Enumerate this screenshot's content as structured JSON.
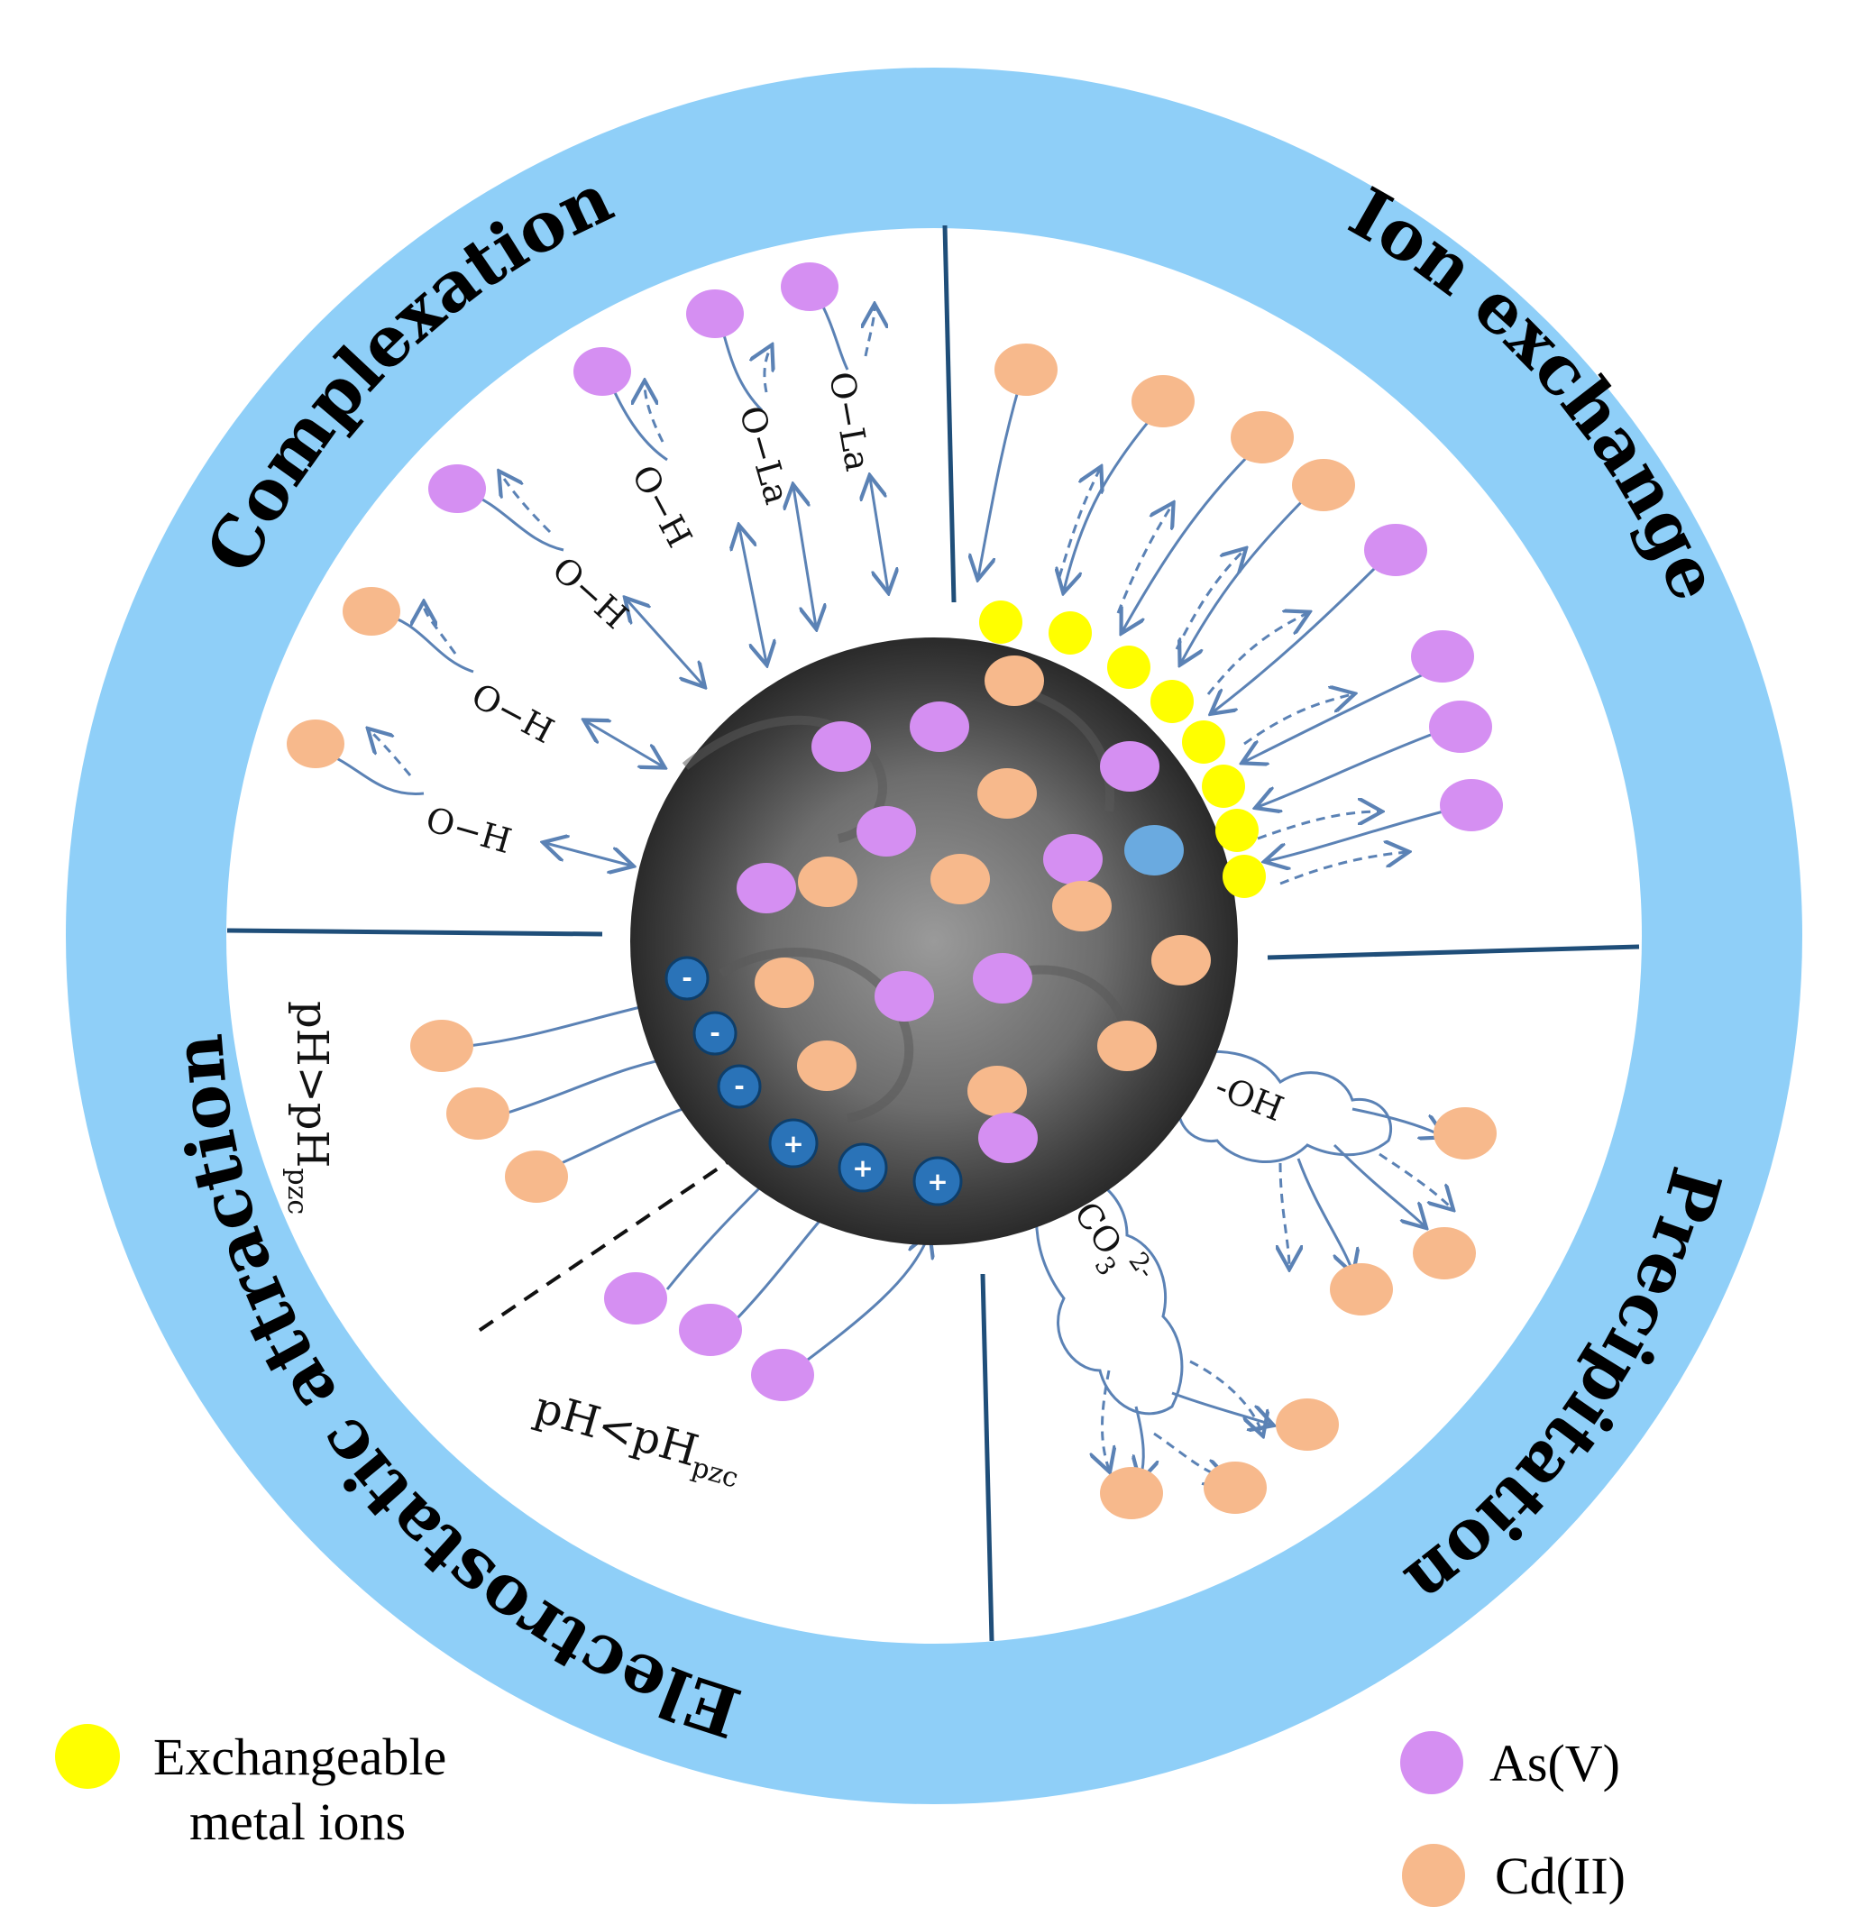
{
  "titles": {
    "complexation": "Complexation",
    "ion_exchange": "Ion exchange",
    "precipitation": "Precipitation",
    "electrostatic": "Electrostatic attraction"
  },
  "bonds": {
    "oh": "O−H",
    "ola": "O−La",
    "oh_group": "-OH",
    "co3": "CO",
    "co3_sub": "3",
    "co3_sup": "2-"
  },
  "ph": {
    "greater_prefix": "pH>pH",
    "less_prefix": "pH<pH",
    "pzc": "pzc"
  },
  "charges": {
    "negative": "-",
    "positive": "+"
  },
  "legend": {
    "exchangeable_line1": "Exchangeable",
    "exchangeable_line2": "metal ions",
    "as": "As(V)",
    "cd": "Cd(II)"
  },
  "colors": {
    "ring": "#8fcff8",
    "divider": "#1f4e79",
    "arrow": "#5b82b5",
    "as": "#d58ff2",
    "cd": "#f7b98c",
    "exchangeable": "#ffff00",
    "charge_bead": "#2a73b8",
    "blue_ion": "#6aaae0"
  }
}
